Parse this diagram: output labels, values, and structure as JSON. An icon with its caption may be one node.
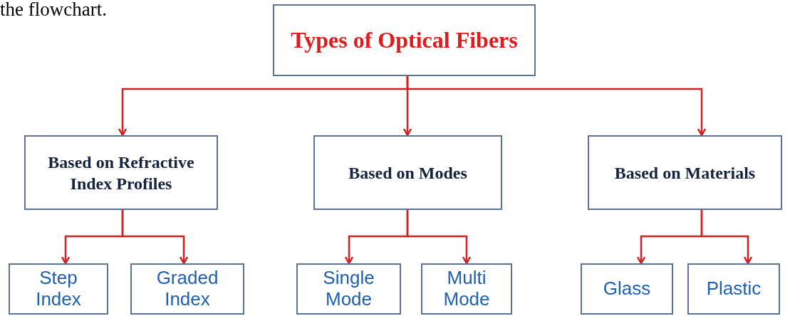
{
  "diagram": {
    "nodes": [
      {
        "text": [
          "Types of Optical Fibers"
        ]
      },
      {
        "text": [
          "Based on Refractive Index Profiles"
        ]
      },
      {
        "text": [
          "Based on Modes"
        ]
      },
      {
        "text": [
          "Based on Materials"
        ]
      },
      {
        "text": [
          "Step Index"
        ]
      },
      {
        "text": [
          "Graded Index"
        ]
      },
      {
        "text": [
          "Single Mode"
        ]
      },
      {
        "text": [
          "Multi Mode"
        ]
      },
      {
        "text": [
          "Glass"
        ]
      },
      {
        "text": [
          "Plastic"
        ]
      }
    ],
    "edges": [
      {
        "from": 0,
        "to": 1,
        "arrow": "to"
      },
      {
        "from": 0,
        "to": 2,
        "arrow": "to"
      },
      {
        "from": 0,
        "to": 3,
        "arrow": "to"
      },
      {
        "from": 1,
        "to": 4,
        "arrow": "to"
      },
      {
        "from": 1,
        "to": 5,
        "arrow": "to"
      },
      {
        "from": 2,
        "to": 6,
        "arrow": "to"
      },
      {
        "from": 2,
        "to": 7,
        "arrow": "to"
      },
      {
        "from": 3,
        "to": 8,
        "arrow": "to"
      },
      {
        "from": 3,
        "to": 9,
        "arrow": "to"
      }
    ],
    "labels": [
      "the flowchart."
    ]
  }
}
